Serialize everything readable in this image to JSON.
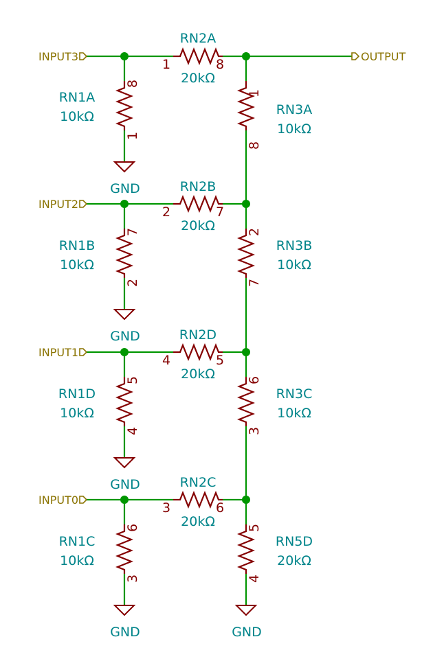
{
  "ports": {
    "input3": "INPUT3",
    "input2": "INPUT2",
    "input1": "INPUT1",
    "input0": "INPUT0",
    "output": "OUTPUT"
  },
  "ground_label": "GND",
  "resistors": {
    "rn2a": {
      "ref": "RN2A",
      "value": "20kΩ",
      "pin_a": "1",
      "pin_b": "8"
    },
    "rn2b": {
      "ref": "RN2B",
      "value": "20kΩ",
      "pin_a": "2",
      "pin_b": "7"
    },
    "rn2d": {
      "ref": "RN2D",
      "value": "20kΩ",
      "pin_a": "4",
      "pin_b": "5"
    },
    "rn2c": {
      "ref": "RN2C",
      "value": "20kΩ",
      "pin_a": "3",
      "pin_b": "6"
    },
    "rn1a": {
      "ref": "RN1A",
      "value": "10kΩ",
      "pin_top": "8",
      "pin_bottom": "1"
    },
    "rn1b": {
      "ref": "RN1B",
      "value": "10kΩ",
      "pin_top": "7",
      "pin_bottom": "2"
    },
    "rn1d": {
      "ref": "RN1D",
      "value": "10kΩ",
      "pin_top": "5",
      "pin_bottom": "4"
    },
    "rn1c": {
      "ref": "RN1C",
      "value": "10kΩ",
      "pin_top": "6",
      "pin_bottom": "3"
    },
    "rn3a": {
      "ref": "RN3A",
      "value": "10kΩ",
      "pin_top": "1",
      "pin_bottom": "8"
    },
    "rn3b": {
      "ref": "RN3B",
      "value": "10kΩ",
      "pin_top": "2",
      "pin_bottom": "7"
    },
    "rn3c": {
      "ref": "RN3C",
      "value": "10kΩ",
      "pin_top": "6",
      "pin_bottom": "3"
    },
    "rn5d": {
      "ref": "RN5D",
      "value": "20kΩ",
      "pin_top": "5",
      "pin_bottom": "4"
    }
  },
  "colors": {
    "wire": "#009600",
    "component": "#840000",
    "label": "#00848a",
    "port": "#8a7300"
  }
}
